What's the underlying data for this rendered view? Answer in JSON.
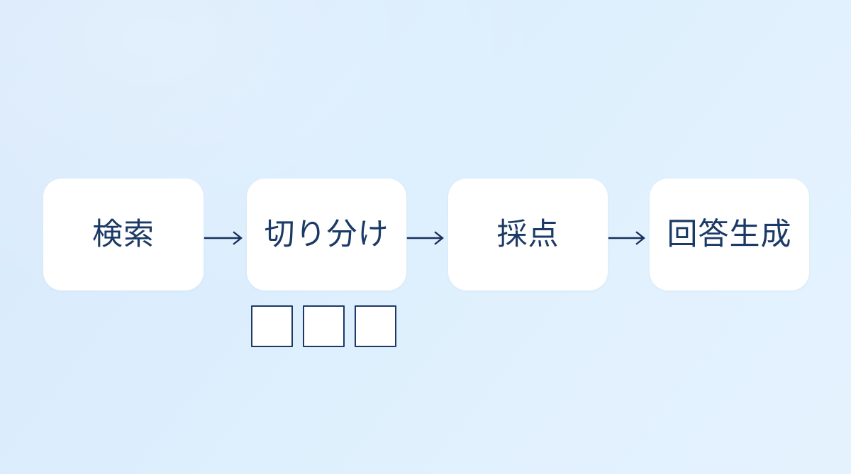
{
  "diagram": {
    "title": "検索 → 切り分け → 採点 → 回答生成",
    "background_color_start": "#d9e9fc",
    "background_color_end": "#e4f2fe",
    "box_fill": "#ffffff",
    "text_color": "#1b3a66",
    "stroke_color": "#17305c",
    "stages": [
      {
        "id": "search",
        "label": "検索"
      },
      {
        "id": "triage",
        "label": "切り分け"
      },
      {
        "id": "scoring",
        "label": "採点"
      },
      {
        "id": "answer-gen",
        "label": "回答生成"
      }
    ],
    "connectors": [
      {
        "id": "arrow-search-to-triage",
        "glyph": "arrow-right-icon",
        "from": "検索",
        "to": "切り分け"
      },
      {
        "id": "arrow-triage-to-scoring",
        "glyph": "arrow-right-icon",
        "from": "切り分け",
        "to": "採点"
      },
      {
        "id": "arrow-scoring-to-answergen",
        "glyph": "arrow-right-icon",
        "from": "採点",
        "to": "回答生成"
      }
    ],
    "sub_items": {
      "parent": "切り分け",
      "count": 3,
      "items": [
        {
          "id": "chunk-1",
          "label": ""
        },
        {
          "id": "chunk-2",
          "label": ""
        },
        {
          "id": "chunk-3",
          "label": ""
        }
      ]
    }
  }
}
